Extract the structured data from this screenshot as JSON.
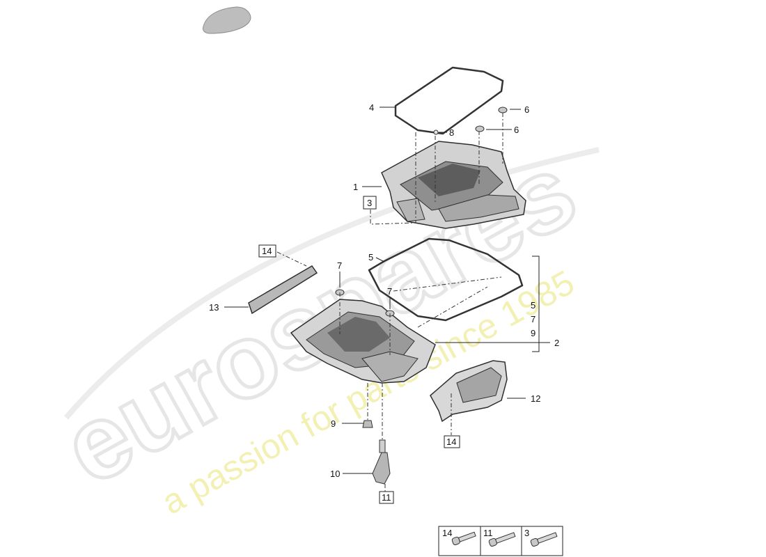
{
  "watermark": {
    "brand": "eurospares",
    "tagline": "a passion for parts since 1985",
    "tagline_color": "#f3f0a8",
    "brand_color": "#e9e9e9"
  },
  "callouts": {
    "c1": "1",
    "c2": "2",
    "c3": "3",
    "c4": "4",
    "c5a": "5",
    "c5b": "5",
    "c6a": "6",
    "c6b": "6",
    "c7a": "7",
    "c7b": "7",
    "c7c": "7",
    "c8": "8",
    "c9a": "9",
    "c9b": "9",
    "c10": "10",
    "c11": "11",
    "c12": "12",
    "c13": "13",
    "c14a": "14",
    "c14b": "14"
  },
  "fastener_box": {
    "items": [
      "14",
      "11",
      "3"
    ]
  }
}
